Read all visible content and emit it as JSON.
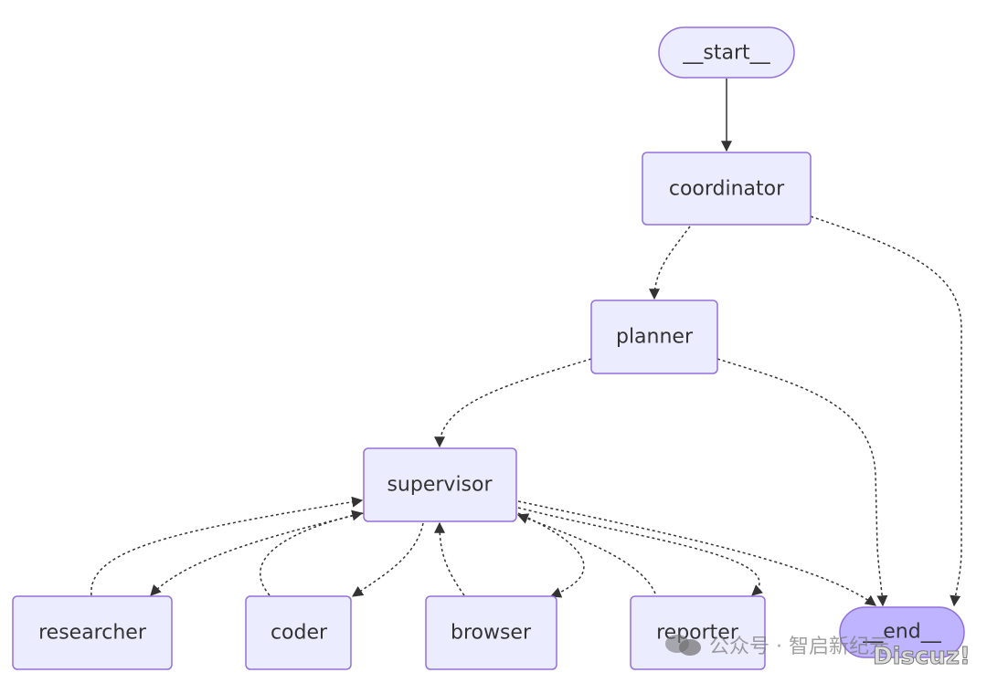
{
  "nodes": {
    "start": "__start__",
    "coordinator": "coordinator",
    "planner": "planner",
    "supervisor": "supervisor",
    "researcher": "researcher",
    "coder": "coder",
    "browser": "browser",
    "reporter": "reporter",
    "end": "__end__"
  },
  "colors": {
    "node_fill": "#ECECFF",
    "node_stroke": "#9370DB",
    "end_fill": "#BFB4FF",
    "edge": "#333333"
  },
  "watermark": {
    "text": "公众号 · 智启新纪元",
    "brand": "Discuz!"
  }
}
